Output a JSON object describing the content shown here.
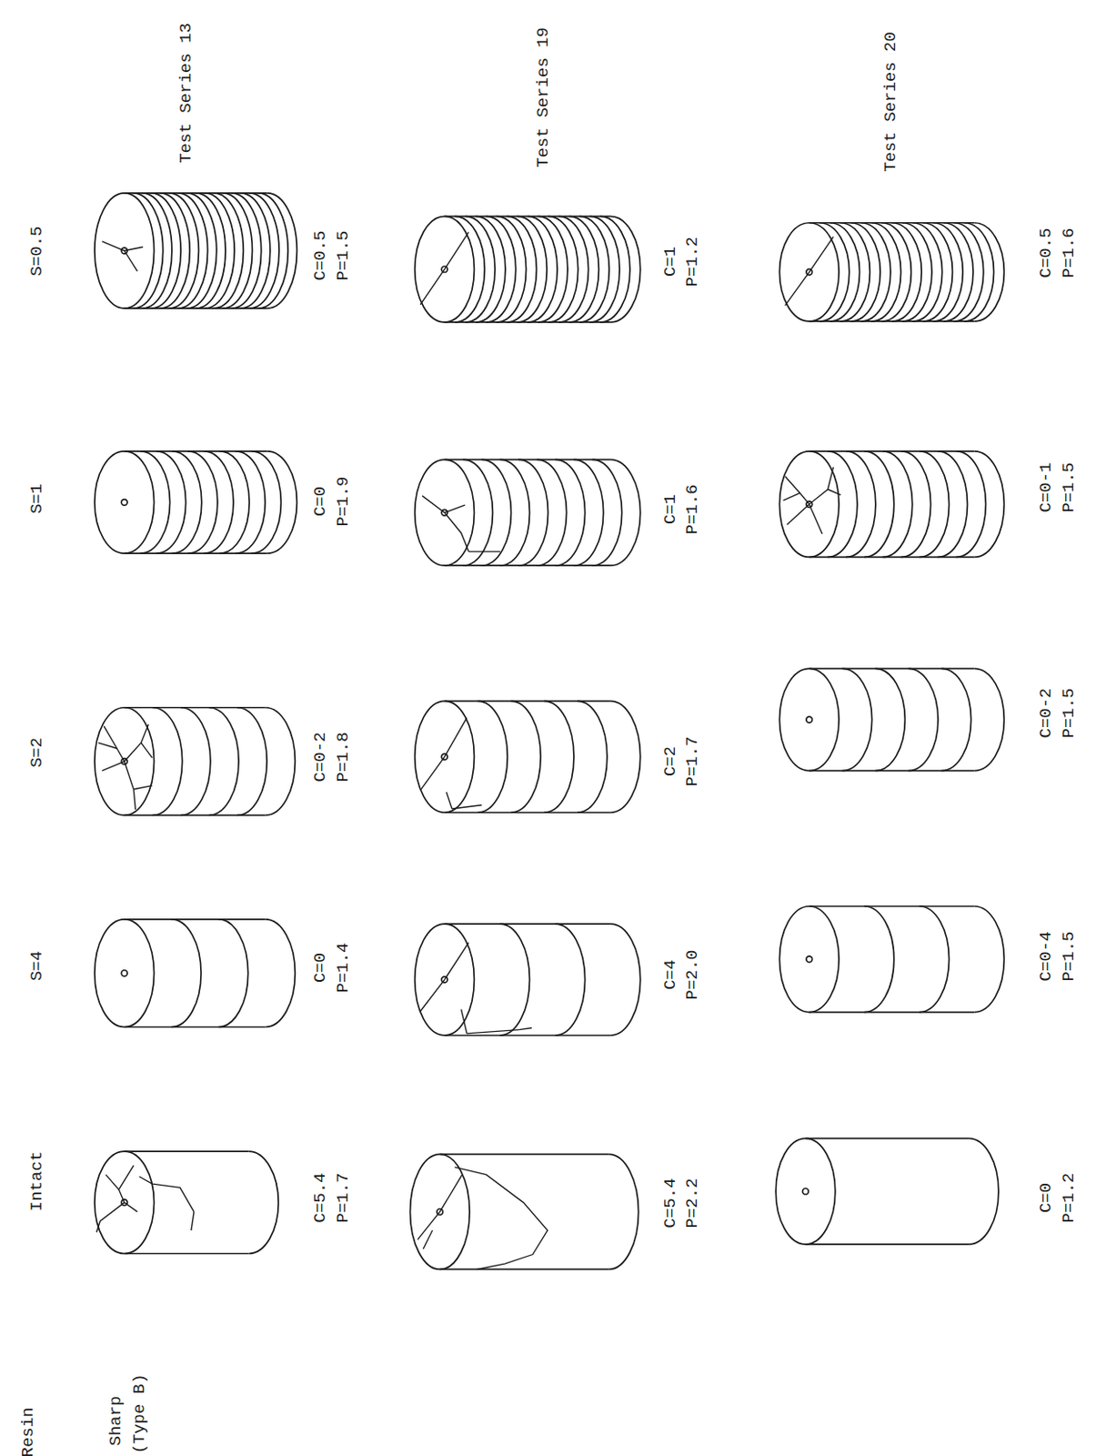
{
  "diagram": {
    "labels": [
      "Test Series 13",
      "Test Series 19",
      "Test Series 20",
      "S=0.5",
      "S=1",
      "S=2",
      "S=4",
      "Intact",
      "Resin",
      "Sharp",
      "(Type B)",
      "C=0.5",
      "P=1.5",
      "C=0",
      "P=1.9",
      "C=0-2",
      "P=1.8",
      "C=0",
      "P=1.4",
      "C=5.4",
      "P=1.7",
      "C=1",
      "P=1.2",
      "C=1",
      "P=1.6",
      "C=2",
      "P=1.7",
      "C=4",
      "P=2.0",
      "C=5.4",
      "P=2.2",
      "C=0.5",
      "P=1.6",
      "C=0-1",
      "P=1.5",
      "C=0-2",
      "P=1.5",
      "C=0-4",
      "P=1.5",
      "C=0",
      "P=1.2"
    ]
  }
}
